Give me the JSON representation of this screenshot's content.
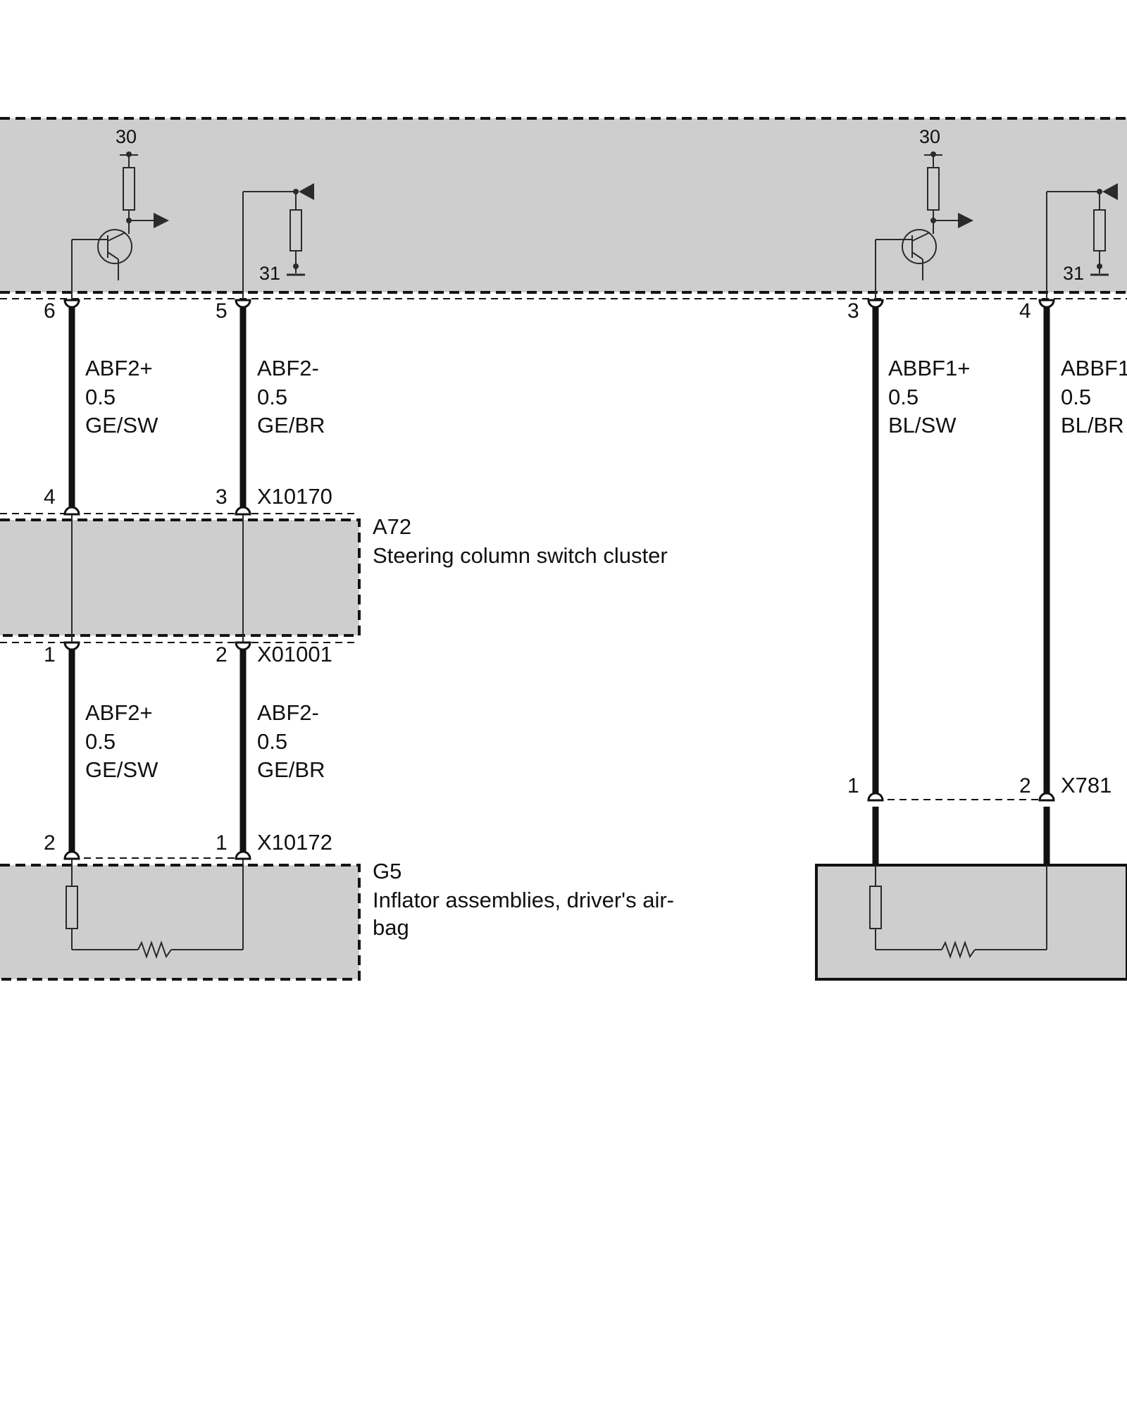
{
  "control_unit": {
    "power_label_left": "30",
    "power_label_right": "30",
    "ground_label_left": "31",
    "ground_label_right": "31",
    "pins": {
      "p6": "6",
      "p5": "5",
      "p3": "3",
      "p4": "4"
    }
  },
  "wires": {
    "abf2_plus_upper": {
      "signal": "ABF2+",
      "gauge": "0.5",
      "color": "GE/SW"
    },
    "abf2_minus_upper": {
      "signal": "ABF2-",
      "gauge": "0.5",
      "color": "GE/BR"
    },
    "abf2_plus_lower": {
      "signal": "ABF2+",
      "gauge": "0.5",
      "color": "GE/SW"
    },
    "abf2_minus_lower": {
      "signal": "ABF2-",
      "gauge": "0.5",
      "color": "GE/BR"
    },
    "abbf1_plus": {
      "signal": "ABBF1+",
      "gauge": "0.5",
      "color": "BL/SW"
    },
    "abbf1_minus": {
      "signal": "ABBF1",
      "gauge": "0.5",
      "color": "BL/BR"
    }
  },
  "connectors": {
    "x10170": {
      "name": "X10170",
      "pin_a": "4",
      "pin_b": "3"
    },
    "x01001": {
      "name": "X01001",
      "pin_a": "1",
      "pin_b": "2"
    },
    "x10172": {
      "name": "X10172",
      "pin_a": "2",
      "pin_b": "1"
    },
    "x781": {
      "name": "X781",
      "pin_a": "1",
      "pin_b": "2"
    }
  },
  "components": {
    "a72": {
      "id": "A72",
      "description": "Steering column switch cluster"
    },
    "g5": {
      "id": "G5",
      "description_line1": "Inflator assemblies, driver's air-",
      "description_line2": "bag"
    }
  }
}
